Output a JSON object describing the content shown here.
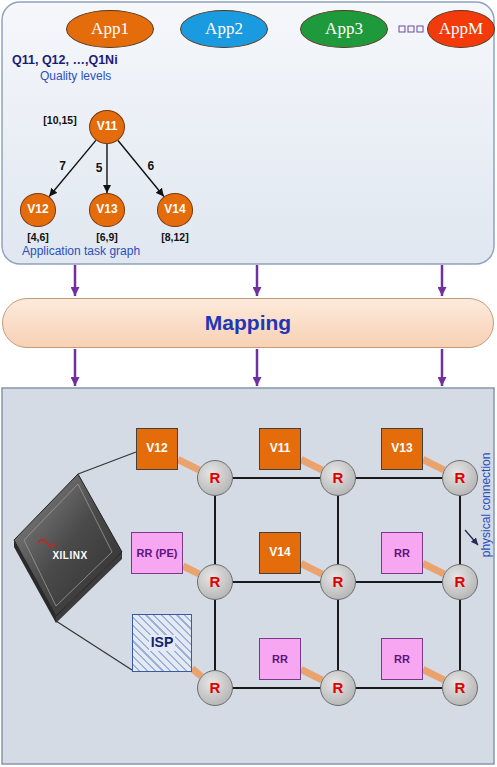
{
  "diagram": {
    "nodes": [
      {
        "text": [
          "App1"
        ]
      },
      {
        "text": [
          "App2"
        ]
      },
      {
        "text": [
          "App3"
        ]
      },
      {
        "text": [
          "AppM"
        ]
      },
      {
        "text": [
          "V11"
        ]
      },
      {
        "text": [
          "V12"
        ]
      },
      {
        "text": [
          "V13"
        ]
      },
      {
        "text": [
          "V14"
        ]
      },
      {
        "text": [
          "Mapping"
        ]
      },
      {
        "text": [
          "V12"
        ]
      },
      {
        "text": [
          "V11"
        ]
      },
      {
        "text": [
          "V13"
        ]
      },
      {
        "text": [
          "RR (PE)"
        ]
      },
      {
        "text": [
          "V14"
        ]
      },
      {
        "text": [
          "RR"
        ]
      },
      {
        "text": [
          "ISP"
        ]
      },
      {
        "text": [
          "RR"
        ]
      },
      {
        "text": [
          "RR"
        ]
      },
      {
        "text": [
          "R"
        ]
      },
      {
        "text": [
          "R"
        ]
      },
      {
        "text": [
          "R"
        ]
      },
      {
        "text": [
          "R"
        ]
      },
      {
        "text": [
          "R"
        ]
      },
      {
        "text": [
          "R"
        ]
      },
      {
        "text": [
          "R"
        ]
      },
      {
        "text": [
          "R"
        ]
      },
      {
        "text": [
          "R"
        ]
      }
    ],
    "edges": [
      {
        "from": 4,
        "to": 5,
        "label": "7",
        "arrow": "to"
      },
      {
        "from": 4,
        "to": 6,
        "label": "5",
        "arrow": "to"
      },
      {
        "from": 4,
        "to": 7,
        "label": "6",
        "arrow": "to"
      },
      {
        "from": 18,
        "to": 19,
        "arrow": "none"
      },
      {
        "from": 19,
        "to": 20,
        "arrow": "none"
      },
      {
        "from": 21,
        "to": 22,
        "arrow": "none"
      },
      {
        "from": 22,
        "to": 23,
        "arrow": "none"
      },
      {
        "from": 24,
        "to": 25,
        "arrow": "none"
      },
      {
        "from": 25,
        "to": 26,
        "arrow": "none"
      },
      {
        "from": 18,
        "to": 21,
        "arrow": "none"
      },
      {
        "from": 21,
        "to": 24,
        "arrow": "none"
      },
      {
        "from": 19,
        "to": 22,
        "arrow": "none"
      },
      {
        "from": 22,
        "to": 25,
        "arrow": "none"
      },
      {
        "from": 20,
        "to": 23,
        "arrow": "none"
      },
      {
        "from": 23,
        "to": 26,
        "arrow": "none"
      },
      {
        "from": 9,
        "to": 18,
        "arrow": "none"
      },
      {
        "from": 10,
        "to": 19,
        "arrow": "none"
      },
      {
        "from": 11,
        "to": 20,
        "arrow": "none"
      },
      {
        "from": 12,
        "to": 21,
        "arrow": "none"
      },
      {
        "from": 13,
        "to": 22,
        "arrow": "none"
      },
      {
        "from": 14,
        "to": 23,
        "arrow": "none"
      },
      {
        "from": 15,
        "to": 24,
        "arrow": "none"
      },
      {
        "from": 16,
        "to": 25,
        "arrow": "none"
      },
      {
        "from": 17,
        "to": 26,
        "arrow": "none"
      }
    ],
    "labels": [
      "Q11, Q12, …,Q1Ni",
      "Quality levels",
      "[10,15]",
      "[4,6]",
      "[6,9]",
      "[8,12]",
      "Application task graph",
      "XILINX",
      "physical connection"
    ]
  }
}
